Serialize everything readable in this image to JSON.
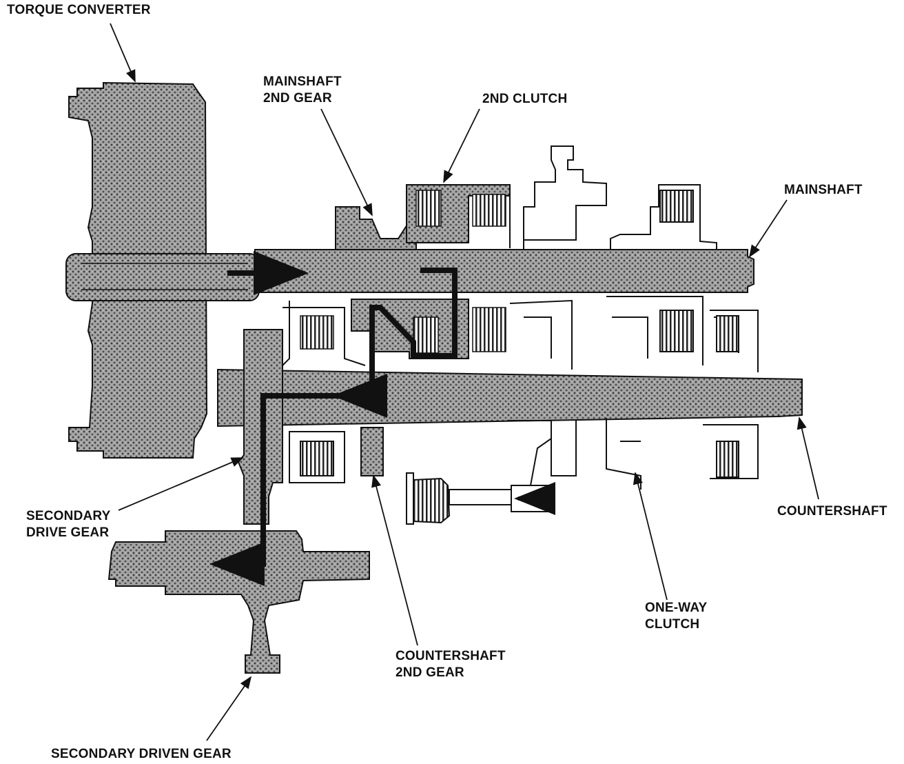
{
  "labels": {
    "torque_converter": "TORQUE CONVERTER",
    "mainshaft_2nd_gear": [
      "MAINSHAFT",
      "2ND GEAR"
    ],
    "second_clutch": "2ND CLUTCH",
    "mainshaft": "MAINSHAFT",
    "secondary_drive_gear": [
      "SECONDARY",
      "DRIVE GEAR"
    ],
    "countershaft": "COUNTERSHAFT",
    "one_way_clutch": [
      "ONE-WAY",
      "CLUTCH"
    ],
    "countershaft_2nd_gear": [
      "COUNTERSHAFT",
      "2ND GEAR"
    ],
    "secondary_driven_gear": "SECONDARY DRIVEN GEAR"
  },
  "colors": {
    "shaded_part": "#9a9a9a",
    "outline": "#111111",
    "power_flow": "#111111"
  }
}
